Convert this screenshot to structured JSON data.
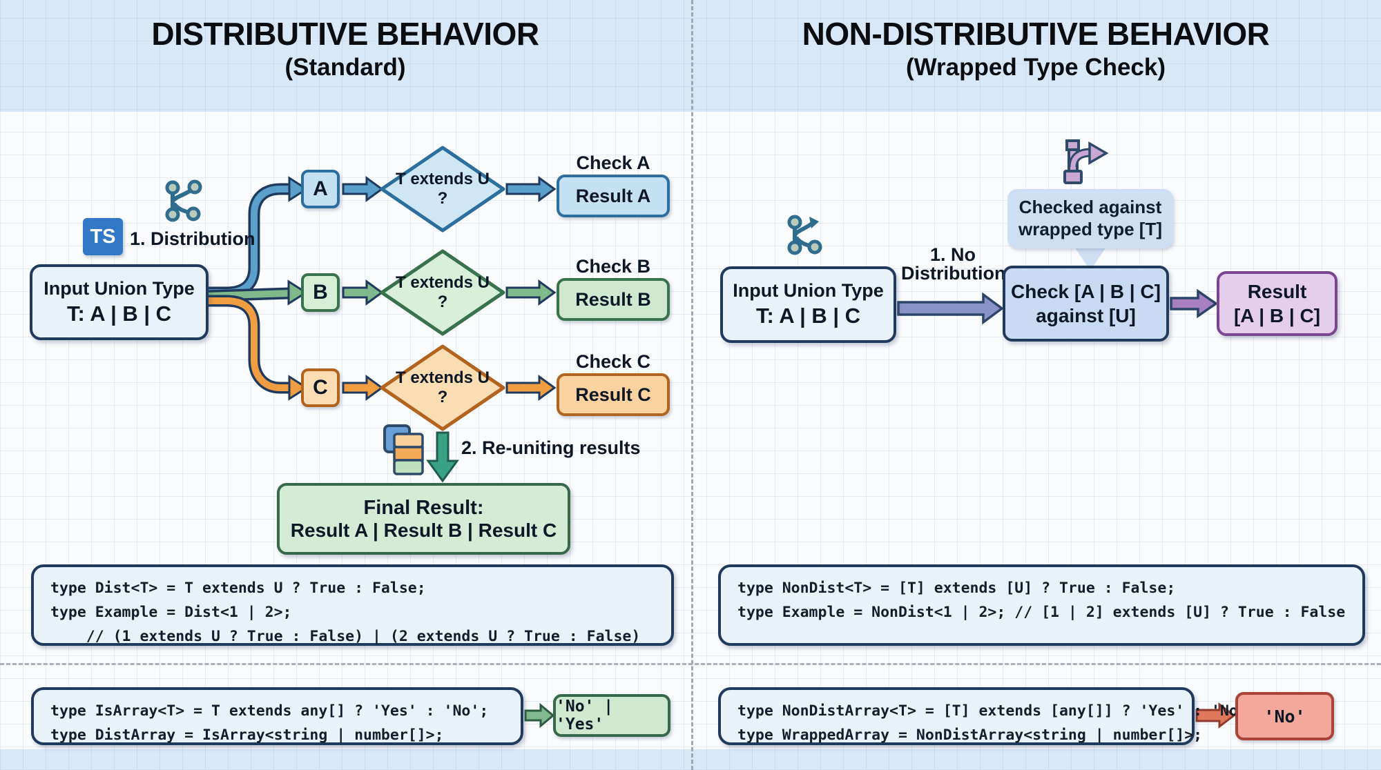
{
  "colors": {
    "ts_blue": "#3178c6",
    "navy_border": "#1f3a5c",
    "blue_branch": "#5b9fcb",
    "green_branch": "#7fb98c",
    "orange_branch": "#f19d42",
    "teal_arrow": "#3aa184",
    "periwinkle_arrow": "#8a92c8",
    "purple_accent": "#a87fc0",
    "red_accent": "#e0795c"
  },
  "icons": {
    "ts_logo": "typescript-badge",
    "distribution_fork": "fork-nodes-icon",
    "reunite_stack": "stacked-layers-icon",
    "no_distribution_turn": "turn-right-arrow-icon"
  },
  "left": {
    "title": "DISTRIBUTIVE BEHAVIOR",
    "subtitle": "(Standard)",
    "ts_badge": "TS",
    "step1_label": "1. Distribution",
    "input": {
      "line1": "Input Union Type",
      "line2": "T: A | B | C"
    },
    "branches": [
      {
        "letter": "A",
        "condition_l1": "T extends U",
        "condition_l2": "?",
        "check_label": "Check A",
        "result": "Result A"
      },
      {
        "letter": "B",
        "condition_l1": "T extends U",
        "condition_l2": "?",
        "check_label": "Check B",
        "result": "Result B"
      },
      {
        "letter": "C",
        "condition_l1": "T extends U",
        "condition_l2": "?",
        "check_label": "Check C",
        "result": "Result C"
      }
    ],
    "step2_label": "2. Re-uniting results",
    "final": {
      "line1": "Final Result:",
      "line2": "Result A | Result B | Result C"
    },
    "code_main": [
      "type Dist<T> = T extends U ? True : False;",
      "type Example = Dist<1 | 2>;",
      "    // (1 extends U ? True : False) | (2 extends U ? True : False)"
    ],
    "code_array": [
      "type IsArray<T> = T extends any[] ? 'Yes' : 'No';",
      "type DistArray = IsArray<string | number[]>;"
    ],
    "code_array_result": "'No' | 'Yes'"
  },
  "right": {
    "title": "NON-DISTRIBUTIVE BEHAVIOR",
    "subtitle": "(Wrapped Type Check)",
    "tooltip": {
      "line1": "Checked against",
      "line2": "wrapped type [T]"
    },
    "step1_label_l1": "1. No",
    "step1_label_l2": "Distribution",
    "input": {
      "line1": "Input Union Type",
      "line2": "T: A | B | C"
    },
    "check": {
      "line1": "Check [A | B | C]",
      "line2": "against [U]"
    },
    "result": {
      "line1": "Result",
      "line2": "[A | B | C]"
    },
    "code_main": [
      "type NonDist<T> = [T] extends [U] ? True : False;",
      "type Example = NonDist<1 | 2>; // [1 | 2] extends [U] ? True : False"
    ],
    "code_array": [
      "type NonDistArray<T> = [T] extends [any[]] ? 'Yes' : 'No';",
      "type WrappedArray = NonDistArray<string | number[]>;"
    ],
    "code_array_result": "'No'"
  }
}
